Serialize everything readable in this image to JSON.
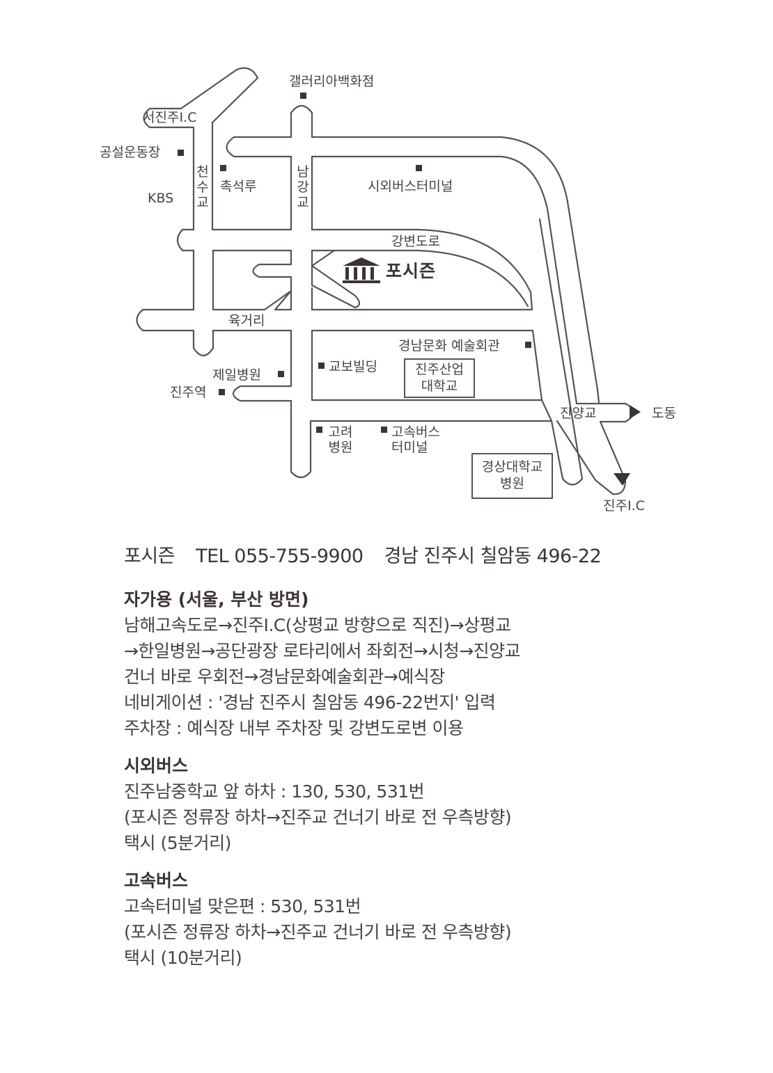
{
  "map": {
    "venue": {
      "name": "포시즌",
      "icon": "building-columns-icon"
    },
    "roads": {
      "cheonsu_bridge": "천\n수\n교",
      "namgang_bridge": "남\n강\n교",
      "gangbyeon_road": "강변도로",
      "yukgeori": "육거리",
      "jinyang_bridge": "진양교"
    },
    "interchanges": {
      "seojinju_ic": "서진주I.C",
      "jinju_ic": "진주I.C",
      "dodong": "도동"
    },
    "landmarks": [
      {
        "id": "gallery",
        "label": "갤러리아백화점"
      },
      {
        "id": "stadium",
        "label": "공설운동장"
      },
      {
        "id": "kbs",
        "label": "KBS"
      },
      {
        "id": "chokseokru",
        "label": "촉석루"
      },
      {
        "id": "intercity_terminal",
        "label": "시외버스터미널"
      },
      {
        "id": "arts_center",
        "label": "경남문화 예술회관"
      },
      {
        "id": "kyobo",
        "label": "교보빌딩"
      },
      {
        "id": "jeil_hospital",
        "label": "제일병원"
      },
      {
        "id": "jinju_station",
        "label": "진주역"
      },
      {
        "id": "goryeo_hospital",
        "label": "고려\n병원"
      },
      {
        "id": "express_terminal",
        "label": "고속버스\n터미널"
      },
      {
        "id": "jinju_univ",
        "label": "진주산업\n대학교"
      },
      {
        "id": "gyeongsang_hospital",
        "label": "경상대학교\n병원"
      }
    ],
    "colors": {
      "line": "#5a5152",
      "text": "#4a4142",
      "marker": "#3c3334",
      "background": "#ffffff"
    }
  },
  "info": {
    "headline": {
      "name": "포시즌",
      "tel": "TEL 055-755-9900",
      "address": "경남 진주시 칠암동 496-22"
    },
    "sections": [
      {
        "title": "자가용 (서울, 부산 방면)",
        "lines": [
          "남해고속도로→진주I.C(상평교 방향으로 직진)→상평교",
          "→한일병원→공단광장 로타리에서 좌회전→시청→진양교",
          "건너 바로 우회전→경남문화예술회관→예식장",
          "네비게이션 : '경남 진주시 칠암동 496-22번지' 입력",
          "주차장 : 예식장 내부 주차장 및 강변도로변 이용"
        ]
      },
      {
        "title": "시외버스",
        "lines": [
          "진주남중학교 앞 하차 : 130, 530, 531번",
          "(포시즌 정류장 하차→진주교 건너기 바로 전 우측방향)",
          "택시 (5분거리)"
        ]
      },
      {
        "title": "고속버스",
        "lines": [
          "고속터미널 맞은편 : 530, 531번",
          "(포시즌 정류장 하차→진주교 건너기 바로 전 우측방향)",
          "택시 (10분거리)"
        ]
      }
    ]
  }
}
